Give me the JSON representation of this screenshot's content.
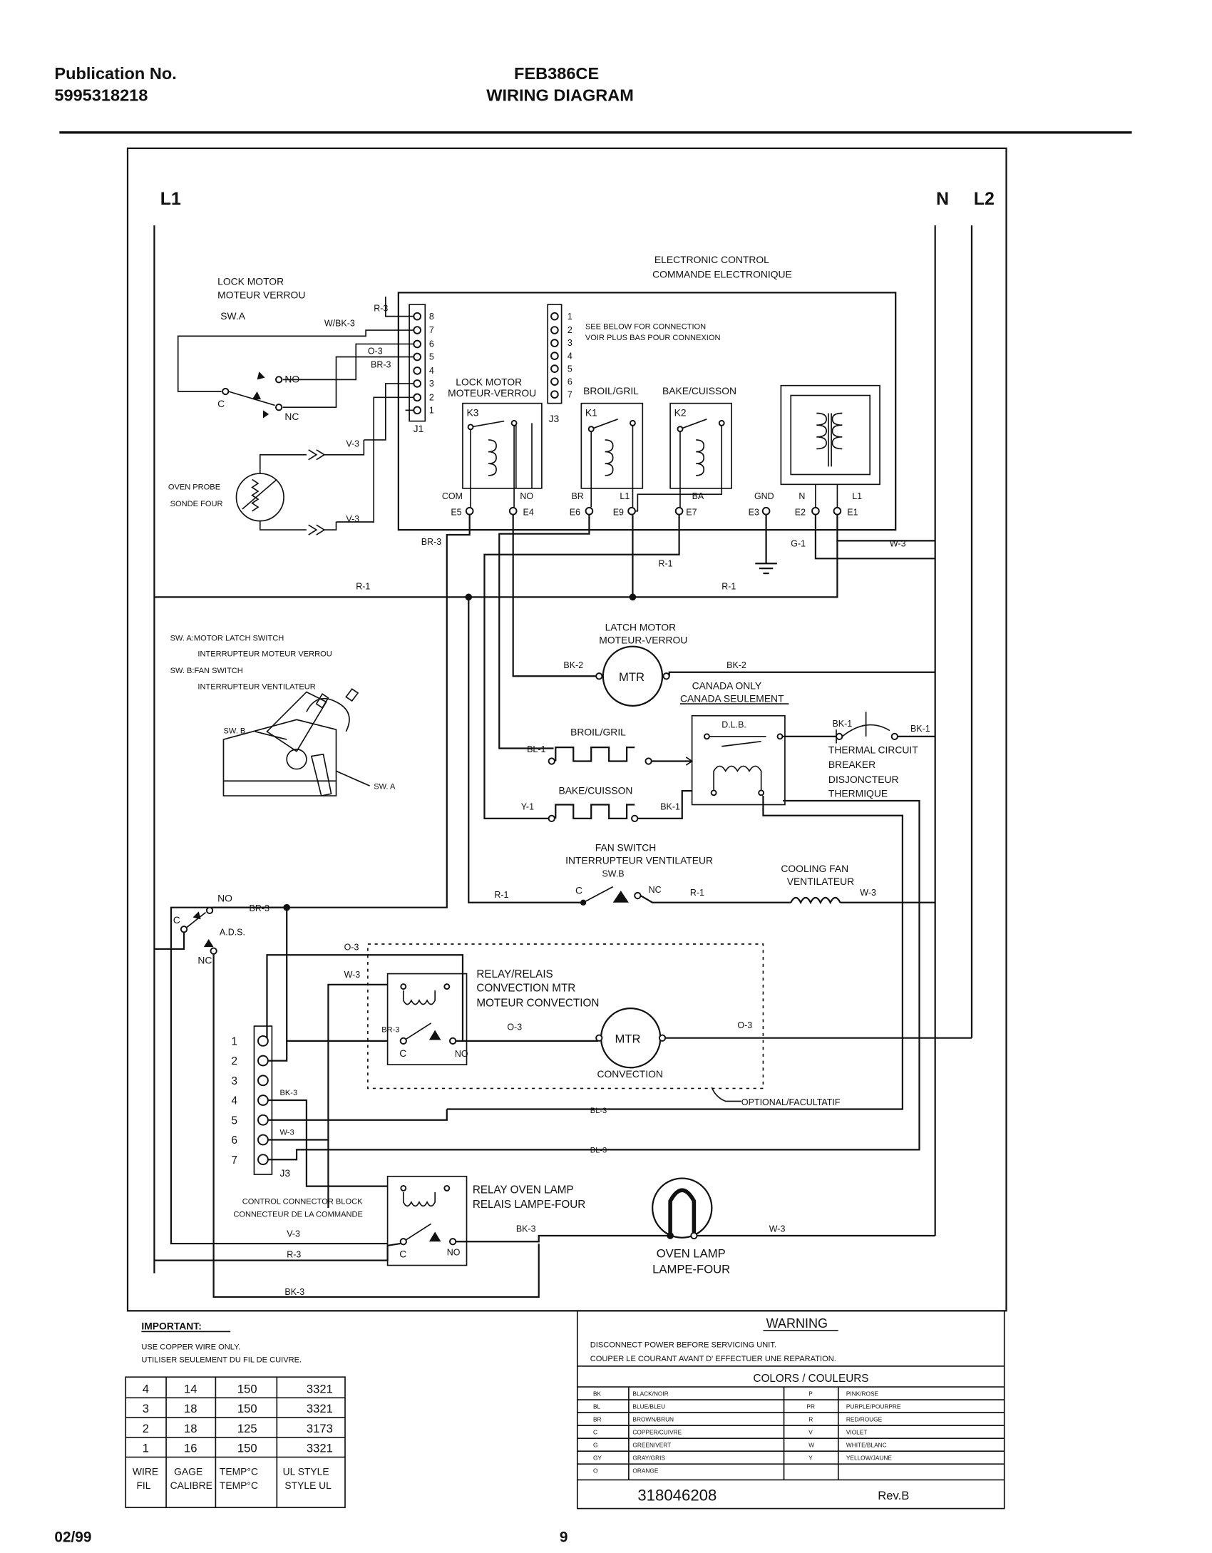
{
  "header": {
    "pub_label": "Publication No.",
    "pub_number": "5995318218",
    "model": "FEB386CE",
    "title": "WIRING DIAGRAM"
  },
  "lines": {
    "l1": "L1",
    "n": "N",
    "l2": "L2"
  },
  "control": {
    "title_en": "ELECTRONIC CONTROL",
    "title_fr": "COMMANDE ELECTRONIQUE",
    "j1": "J1",
    "j3": "J3",
    "j1_pins": [
      "8",
      "7",
      "6",
      "5",
      "4",
      "3",
      "2",
      "1"
    ],
    "j3_pins": [
      "1",
      "2",
      "3",
      "4",
      "5",
      "6",
      "7"
    ],
    "see_below_en": "SEE BELOW FOR CONNECTION",
    "see_below_fr": "VOIR PLUS BAS POUR CONNEXION",
    "relays": [
      {
        "id": "K3",
        "name_en": "LOCK MOTOR",
        "name_fr": "MOTEUR-VERROU"
      },
      {
        "id": "K1",
        "name_en": "BROIL/GRIL",
        "name_fr": ""
      },
      {
        "id": "K2",
        "name_en": "BAKE/CUISSON",
        "name_fr": ""
      }
    ],
    "term_labels": [
      "COM",
      "NO",
      "BR",
      "L1",
      "BA",
      "GND",
      "N",
      "L1"
    ],
    "terms": [
      "E5",
      "E4",
      "E6",
      "E9",
      "E7",
      "E3",
      "E2",
      "E1"
    ]
  },
  "lock_motor": {
    "title_en": "LOCK MOTOR",
    "title_fr": "MOTEUR VERROU",
    "switch": "SW.A",
    "c": "C",
    "no": "NO",
    "nc": "NC"
  },
  "probe": {
    "en": "OVEN PROBE",
    "fr": "SONDE FOUR"
  },
  "wires": {
    "r3": "R-3",
    "wbk3": "W/BK-3",
    "o3": "O-3",
    "br3": "BR-3",
    "v3": "V-3",
    "r1": "R-1",
    "g1": "G-1",
    "w3": "W-3",
    "bk2": "BK-2",
    "bl1": "BL-1",
    "y1": "Y-1",
    "bk1": "BK-1",
    "bk3": "BK-3",
    "bl3": "BL-3"
  },
  "switch_legend": {
    "a_en": "SW. A:MOTOR LATCH SWITCH",
    "a_fr": "INTERRUPTEUR MOTEUR VERROU",
    "b_en": "SW. B:FAN SWITCH",
    "b_fr": "INTERRUPTEUR VENTILATEUR",
    "swb": "SW. B",
    "swa": "SW. A"
  },
  "latch_motor": {
    "en": "LATCH MOTOR",
    "fr": "MOTEUR-VERROU",
    "mtr": "MTR"
  },
  "canada": {
    "en": "CANADA ONLY",
    "fr": "CANADA SEULEMENT",
    "dlb": "D.L.B."
  },
  "breaker": {
    "l1": "THERMAL CIRCUIT",
    "l2": "BREAKER",
    "l3": "DISJONCTEUR",
    "l4": "THERMIQUE"
  },
  "broil": "BROIL/GRIL",
  "bake": "BAKE/CUISSON",
  "fan_switch": {
    "en": "FAN SWITCH",
    "fr": "INTERRUPTEUR VENTILATEUR",
    "swb": "SW.B",
    "c": "C",
    "nc": "NC"
  },
  "cooling_fan": {
    "en": "COOLING FAN",
    "fr": "VENTILATEUR"
  },
  "ads": {
    "label": "A.D.S.",
    "no": "NO",
    "c": "C",
    "nc": "NC"
  },
  "convection": {
    "relay_en": "RELAY/RELAIS",
    "relay_l2": "CONVECTION MTR",
    "relay_l3": "MOTEUR CONVECTION",
    "mtr": "MTR",
    "label": "CONVECTION",
    "optional": "OPTIONAL/FACULTATIF",
    "c": "C",
    "no": "NO"
  },
  "j3_block": {
    "pins": [
      "1",
      "2",
      "3",
      "4",
      "5",
      "6",
      "7"
    ],
    "label": "J3",
    "title_en": "CONTROL CONNECTOR BLOCK",
    "title_fr": "CONNECTEUR DE LA COMMANDE"
  },
  "oven_lamp_relay": {
    "en": "RELAY OVEN LAMP",
    "fr": "RELAIS LAMPE-FOUR",
    "c": "C",
    "no": "NO"
  },
  "oven_lamp": {
    "en": "OVEN LAMP",
    "fr": "LAMPE-FOUR"
  },
  "important": {
    "title": "IMPORTANT:",
    "line1": "USE COPPER WIRE ONLY.",
    "line2": "UTILISER SEULEMENT DU FIL DE CUIVRE.",
    "rows": [
      [
        "4",
        "14",
        "150",
        "3321"
      ],
      [
        "3",
        "18",
        "150",
        "3321"
      ],
      [
        "2",
        "18",
        "125",
        "3173"
      ],
      [
        "1",
        "16",
        "150",
        "3321"
      ]
    ],
    "head": [
      [
        "WIRE",
        "FIL"
      ],
      [
        "GAGE",
        "CALIBRE"
      ],
      [
        "TEMP°C",
        "TEMP°C"
      ],
      [
        "UL STYLE",
        "STYLE UL"
      ]
    ]
  },
  "warning": {
    "title": "WARNING",
    "line1": "DISCONNECT POWER BEFORE SERVICING UNIT.",
    "line2": "COUPER LE COURANT AVANT D' EFFECTUER UNE REPARATION.",
    "colors_title": "COLORS / COULEURS",
    "colors_left": [
      [
        "BK",
        "BLACK/NOIR"
      ],
      [
        "BL",
        "BLUE/BLEU"
      ],
      [
        "BR",
        "BROWN/BRUN"
      ],
      [
        "C",
        "COPPER/CUIVRE"
      ],
      [
        "G",
        "GREEN/VERT"
      ],
      [
        "GY",
        "GRAY/GRIS"
      ],
      [
        "O",
        "ORANGE"
      ]
    ],
    "colors_right": [
      [
        "P",
        "PINK/ROSE"
      ],
      [
        "PR",
        "PURPLE/POURPRE"
      ],
      [
        "R",
        "RED/ROUGE"
      ],
      [
        "V",
        "VIOLET"
      ],
      [
        "W",
        "WHITE/BLANC"
      ],
      [
        "Y",
        "YELLOW/JAUNE"
      ]
    ],
    "doc_number": "318046208",
    "rev": "Rev.B"
  },
  "footer": {
    "date": "02/99",
    "page": "9"
  }
}
